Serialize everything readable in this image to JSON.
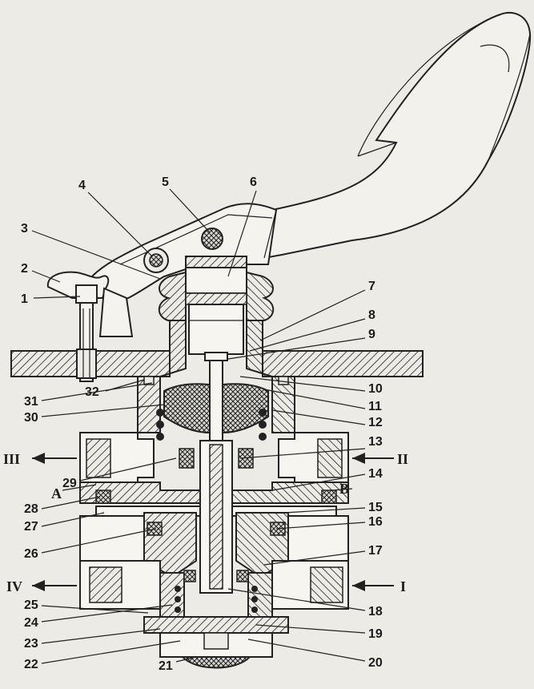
{
  "callouts": [
    {
      "id": "c1",
      "text": "1"
    },
    {
      "id": "c2",
      "text": "2"
    },
    {
      "id": "c3",
      "text": "3"
    },
    {
      "id": "c4",
      "text": "4"
    },
    {
      "id": "c5",
      "text": "5"
    },
    {
      "id": "c6",
      "text": "6"
    },
    {
      "id": "c7",
      "text": "7"
    },
    {
      "id": "c8",
      "text": "8"
    },
    {
      "id": "c9",
      "text": "9"
    },
    {
      "id": "c10",
      "text": "10"
    },
    {
      "id": "c11",
      "text": "11"
    },
    {
      "id": "c12",
      "text": "12"
    },
    {
      "id": "c13",
      "text": "13"
    },
    {
      "id": "c14",
      "text": "14"
    },
    {
      "id": "c15",
      "text": "15"
    },
    {
      "id": "c16",
      "text": "16"
    },
    {
      "id": "c17",
      "text": "17"
    },
    {
      "id": "c18",
      "text": "18"
    },
    {
      "id": "c19",
      "text": "19"
    },
    {
      "id": "c20",
      "text": "20"
    },
    {
      "id": "c21",
      "text": "21"
    },
    {
      "id": "c22",
      "text": "22"
    },
    {
      "id": "c23",
      "text": "23"
    },
    {
      "id": "c24",
      "text": "24"
    },
    {
      "id": "c25",
      "text": "25"
    },
    {
      "id": "c26",
      "text": "26"
    },
    {
      "id": "c27",
      "text": "27"
    },
    {
      "id": "c28",
      "text": "28"
    },
    {
      "id": "c29",
      "text": "29"
    },
    {
      "id": "c30",
      "text": "30"
    },
    {
      "id": "c31",
      "text": "31"
    },
    {
      "id": "c32",
      "text": "32"
    }
  ],
  "ports": {
    "I": "I",
    "II": "II",
    "III": "III",
    "IV": "IV",
    "A": "A",
    "B": "B"
  },
  "colors": {
    "ink": "#222222",
    "paper": "#ecebe6"
  }
}
